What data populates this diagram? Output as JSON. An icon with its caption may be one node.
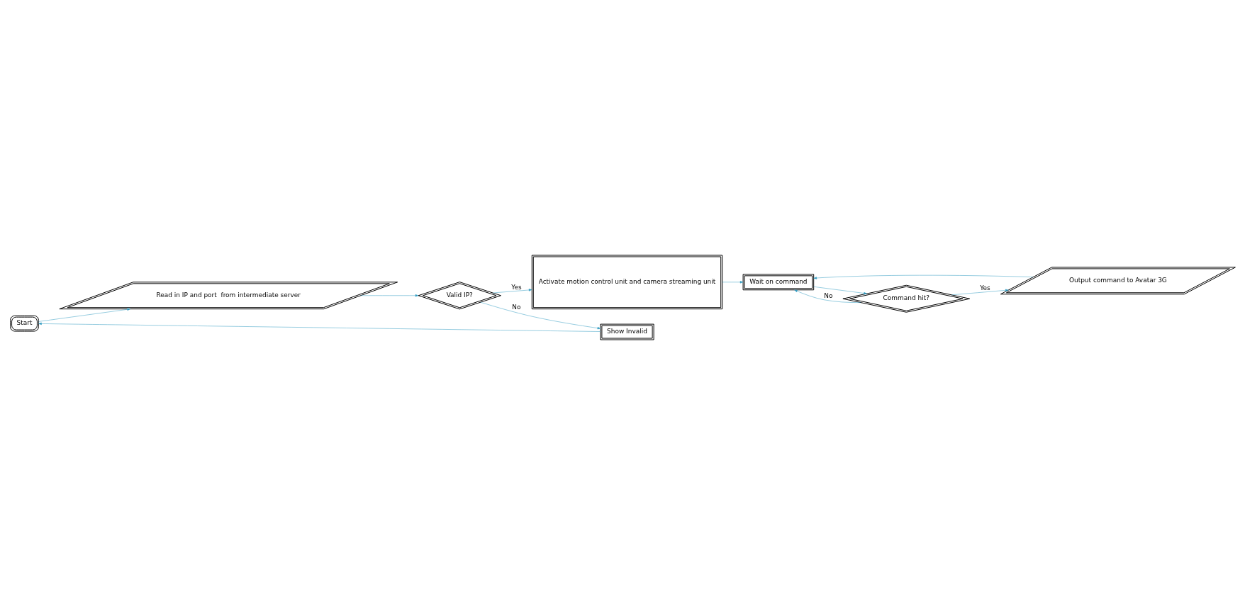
{
  "diagram": {
    "nodes": [
      {
        "text": [
          "Start"
        ]
      },
      {
        "text": [
          "Show Invalid"
        ]
      },
      {
        "text": [
          "Read in IP and port  from intermediate server"
        ]
      },
      {
        "text": [
          "Valid IP?"
        ]
      },
      {
        "text": [
          "Activate motion control unit and camera streaming unit"
        ]
      },
      {
        "text": [
          "Output command to Avatar 3G"
        ]
      },
      {
        "text": [
          "Command hit?"
        ]
      },
      {
        "text": [
          "Wait on command"
        ]
      }
    ],
    "edges": [
      {
        "from": 0,
        "to": 2,
        "arrow": "to"
      },
      {
        "from": 2,
        "to": 3,
        "arrow": "to"
      },
      {
        "from": 3,
        "to": 1,
        "arrow": "to",
        "label": "No"
      },
      {
        "from": 1,
        "to": 0,
        "arrow": "to"
      },
      {
        "from": 3,
        "to": 4,
        "arrow": "to",
        "label": "Yes"
      },
      {
        "from": 4,
        "to": 7,
        "arrow": "to"
      },
      {
        "from": 7,
        "to": 6,
        "arrow": "to"
      },
      {
        "from": 6,
        "to": 5,
        "arrow": "to",
        "label": "Yes"
      },
      {
        "from": 6,
        "to": 7,
        "arrow": "to",
        "label": "No"
      },
      {
        "from": 5,
        "to": 7,
        "arrow": "to"
      }
    ]
  }
}
